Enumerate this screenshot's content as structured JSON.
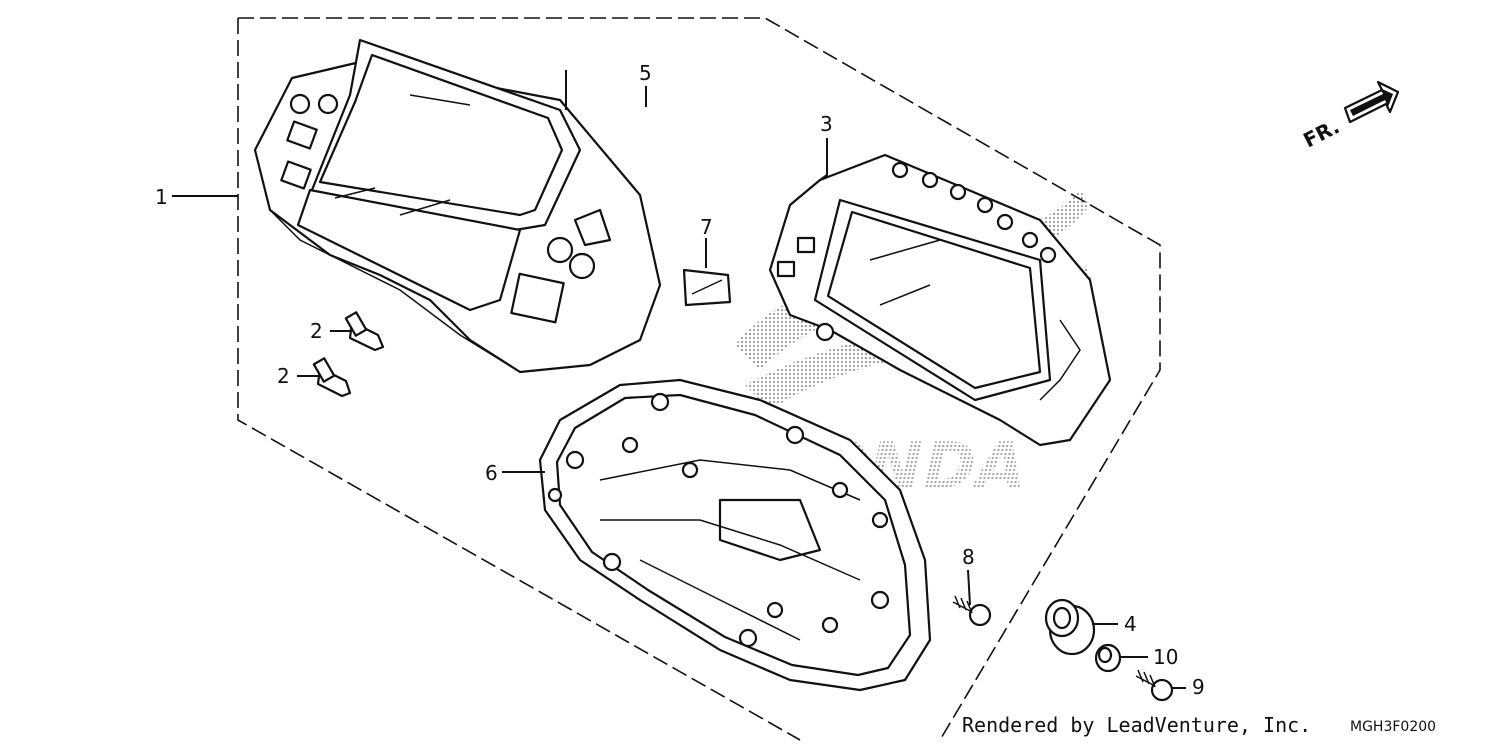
{
  "diagram": {
    "callouts": [
      "1",
      "2",
      "2",
      "3",
      "4",
      "5",
      "6",
      "7",
      "8",
      "9",
      "10"
    ],
    "direction_label": "FR.",
    "credit": "Rendered by LeadVenture, Inc.",
    "drawing_code": "MGH3F0200",
    "watermark_text": "HONDA"
  }
}
